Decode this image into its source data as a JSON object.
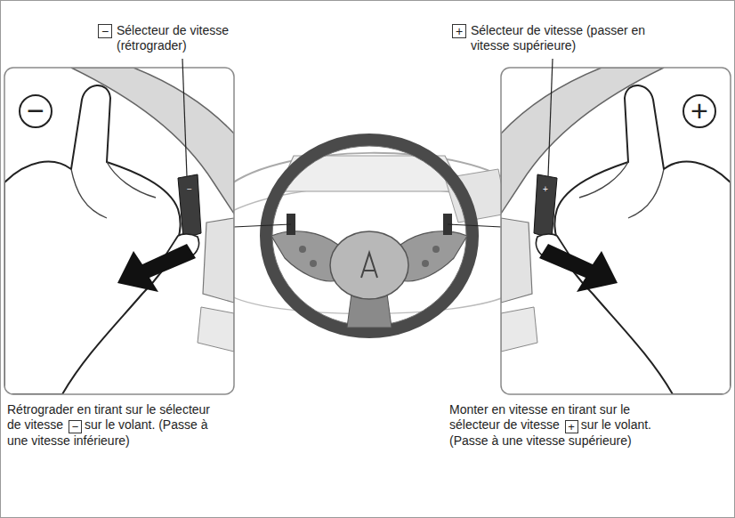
{
  "diagram": {
    "labels": [
      "−",
      "Sélecteur de vitesse (rétrograder)",
      "+",
      "Sélecteur de vitesse (passer en vitesse supérieure)",
      "Rétrograder en tirant sur le sélecteur de vitesse",
      "−",
      "sur le volant. (Passe à une vitesse inférieure)",
      "Monter en vitesse en tirant sur le sélecteur de vitesse",
      "+",
      "sur le volant. (Passe à une vitesse supérieure)",
      "−",
      "+",
      "−",
      "+"
    ]
  }
}
